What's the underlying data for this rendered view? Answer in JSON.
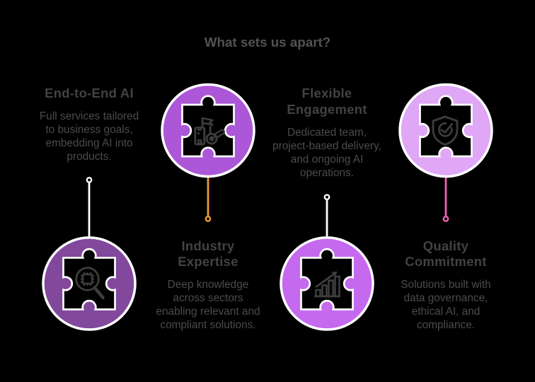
{
  "title": "What sets us apart?",
  "colors": {
    "background": "#000000",
    "title_text": "#525255",
    "heading_text": "#424244",
    "body_text": "#4b4b4e",
    "icon_stroke": "#3d3d3d",
    "circle_ring": "#ffffff",
    "puzzle_outline": "#ffffff"
  },
  "features": [
    {
      "id": "end-to-end-ai",
      "heading_lines": [
        "End-to-End AI"
      ],
      "body_lines": [
        "Full services tailored",
        "to business goals,",
        "embedding AI into",
        "products."
      ],
      "icon": "chip-magnifier-icon",
      "circle_color": "#82489c",
      "connector_color": "#ffffff"
    },
    {
      "id": "industry-expertise",
      "heading_lines": [
        "Industry",
        "Expertise"
      ],
      "body_lines": [
        "Deep knowledge",
        "across sectors",
        "enabling relevant and",
        "compliant solutions."
      ],
      "icon": "document-flag-magnifier-icon",
      "circle_color": "#ab57d8",
      "connector_color": "#f0993c"
    },
    {
      "id": "flexible-engagement",
      "heading_lines": [
        "Flexible",
        "Engagement"
      ],
      "body_lines": [
        "Dedicated team,",
        "project-based delivery,",
        "and ongoing AI",
        "operations."
      ],
      "icon": "bar-chart-growth-icon",
      "circle_color": "#c569ef",
      "connector_color": "#ffffff"
    },
    {
      "id": "quality-commitment",
      "heading_lines": [
        "Quality",
        "Commitment"
      ],
      "body_lines": [
        "Solutions built with",
        "data governance,",
        "ethical AI, and",
        "compliance."
      ],
      "icon": "shield-check-icon",
      "circle_color": "#dfa7f5",
      "connector_color": "#f263b8"
    }
  ]
}
